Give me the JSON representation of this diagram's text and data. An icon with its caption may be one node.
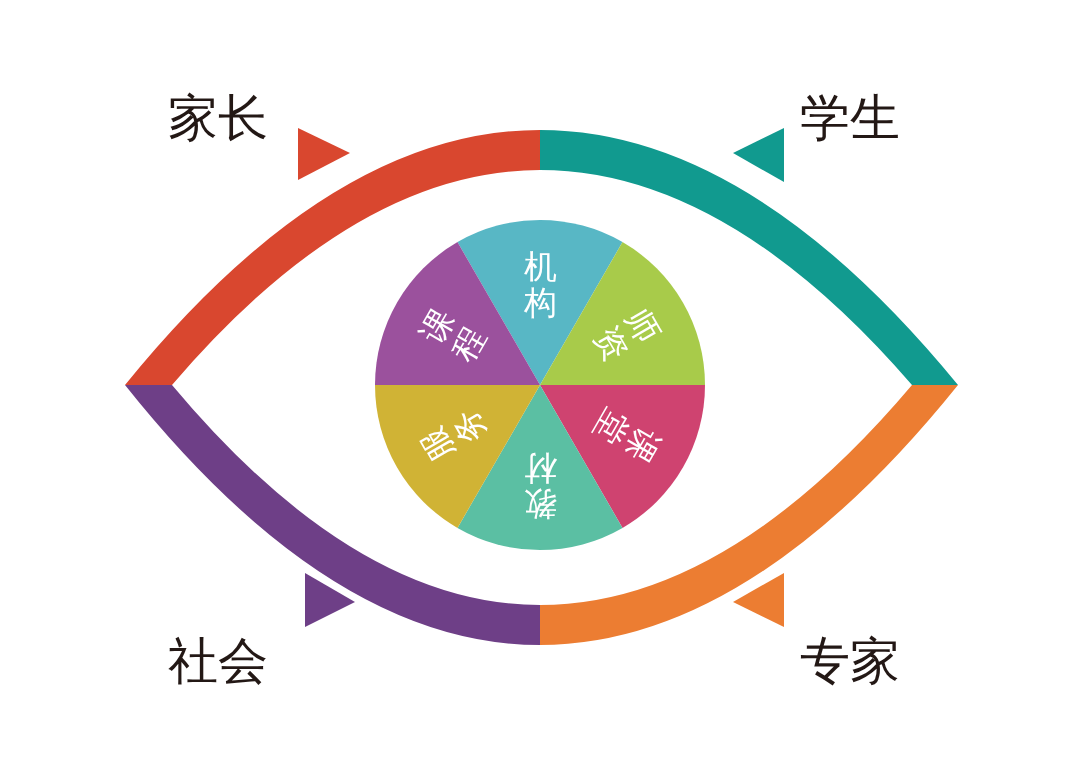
{
  "diagram": {
    "nodes": [
      {
        "text": [
          "机构"
        ]
      },
      {
        "text": [
          "师资"
        ]
      },
      {
        "text": [
          "课堂"
        ]
      },
      {
        "text": [
          "教材"
        ]
      },
      {
        "text": [
          "服务"
        ]
      },
      {
        "text": [
          "课程"
        ]
      }
    ],
    "edges": [],
    "labels": [
      "家长",
      "学生",
      "社会",
      "专家"
    ]
  }
}
